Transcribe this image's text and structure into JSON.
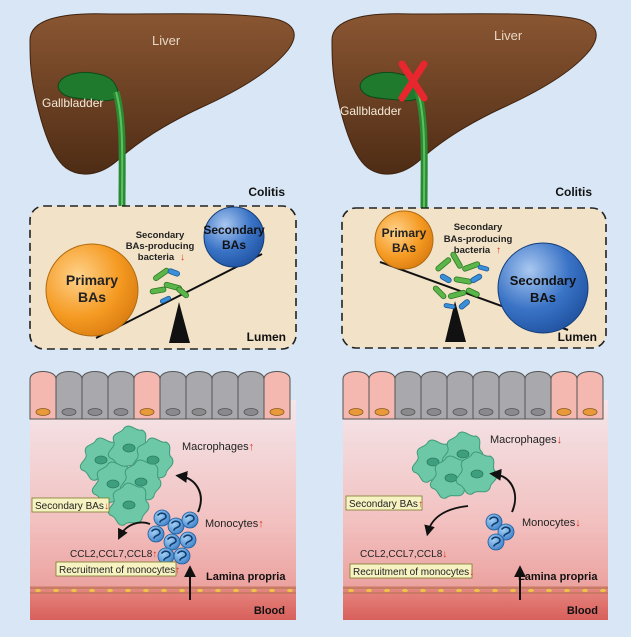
{
  "colors": {
    "background": "#d8e6f5",
    "liver": "#6b3f22",
    "gallbladder": "#1f7a2e",
    "lumen": "#f2e3c8",
    "primary_bas": "#f59a22",
    "secondary_bas": "#3a73c6",
    "bacteria_green": "#5cb54a",
    "bacteria_blue": "#3a8fd8",
    "macrophage": "#6cc8a6",
    "monocyte": "#3d86d0",
    "up_arrow_color": "#e03020",
    "blood": "#e07a76",
    "blocked_mark": "#e8262e"
  },
  "left": {
    "liver_label": "Liver",
    "gallbladder_label": "Gallbladder",
    "colitis_label": "Colitis",
    "primary_label_line1": "Primary",
    "primary_label_line2": "BAs",
    "secondary_label_line1": "Secondary",
    "secondary_label_line2": "BAs",
    "bacteria_label_line1": "Secondary",
    "bacteria_label_line2": "BAs-producing",
    "bacteria_label_line3": "bacteria",
    "bacteria_arrow": "↓",
    "lumen_label": "Lumen",
    "macrophages_label": "Macrophages",
    "macrophages_arrow": "↑",
    "secondary_box_label": "Secondary BAs",
    "secondary_box_arrow": "↓",
    "monocytes_label": "Monocytes",
    "monocytes_arrow": "↑",
    "ccl_label": "CCL2,CCL7,CCL8",
    "ccl_arrow": "↑",
    "recruit_label": "Recruitment of monocytes",
    "recruit_arrow": "↑",
    "lamina_label": "Lamina propria",
    "blood_label": "Blood"
  },
  "right": {
    "liver_label": "Liver",
    "gallbladder_label": "Gallbladder",
    "colitis_label": "Colitis",
    "primary_label_line1": "Primary",
    "primary_label_line2": "BAs",
    "secondary_label_line1": "Secondary",
    "secondary_label_line2": "BAs",
    "bacteria_label_line1": "Secondary",
    "bacteria_label_line2": "BAs-producing",
    "bacteria_label_line3": "bacteria",
    "bacteria_arrow": "↑",
    "lumen_label": "Lumen",
    "macrophages_label": "Macrophages",
    "macrophages_arrow": "↓",
    "secondary_box_label": "Secondary BAs",
    "secondary_box_arrow": "↑",
    "monocytes_label": "Monocytes",
    "monocytes_arrow": "↓",
    "ccl_label": "CCL2,CCL7,CCL8",
    "ccl_arrow": "↓",
    "recruit_label": "Recruitment of monocytes",
    "recruit_arrow": "↓",
    "lamina_label": "Lamina propria",
    "blood_label": "Blood"
  }
}
